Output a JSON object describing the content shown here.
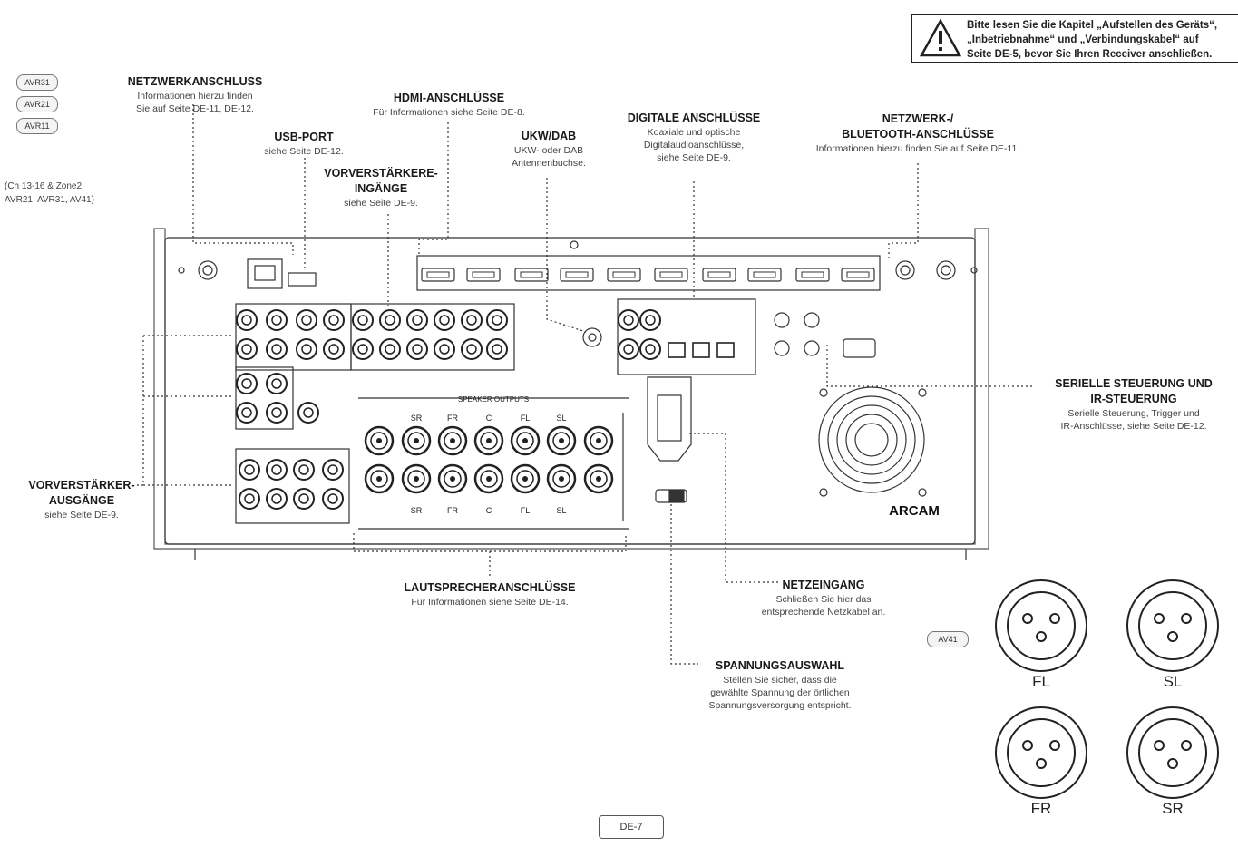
{
  "warning": {
    "lines": [
      "Bitte lesen Sie die Kapitel „Aufstellen des Geräts“,",
      "„Inbetriebnahme“ und „Verbindungskabel“ auf",
      "Seite DE-5, bevor Sie Ihren Receiver anschließen."
    ]
  },
  "model_badges": [
    "AVR31",
    "AVR21",
    "AVR11",
    "AV41"
  ],
  "zone_note": [
    "(Ch 13-16 & Zone2",
    "AVR21, AVR31, AV41)"
  ],
  "callouts": {
    "network": {
      "title": "NETZWERKANSCHLUSS",
      "lines": [
        "Informationen hierzu finden",
        "Sie auf Seite DE-11, DE-12."
      ]
    },
    "usb": {
      "title": "USB-PORT",
      "lines": [
        "siehe Seite DE-12."
      ]
    },
    "hdmi": {
      "title": "HDMI-ANSCHLÜSSE",
      "lines": [
        "Für Informationen siehe Seite DE-8."
      ]
    },
    "ukw": {
      "title": "UKW/DAB",
      "lines": [
        "UKW- oder DAB",
        "Antennenbuchse."
      ]
    },
    "digital": {
      "title": "DIGITALE ANSCHLÜSSE",
      "lines": [
        "Koaxiale und optische",
        "Digitalaudioanschlüsse,",
        "siehe Seite DE-9."
      ]
    },
    "bluetooth": {
      "title_lines": [
        "NETZWERK-/",
        "BLUETOOTH-ANSCHLÜSSE"
      ],
      "lines": [
        "Informationen hierzu finden Sie auf Seite DE-11."
      ]
    },
    "preamp_in": {
      "title_lines": [
        "VORVERSTÄRKERE-",
        "INGÄNGE"
      ],
      "lines": [
        "siehe Seite DE-9."
      ]
    },
    "serial": {
      "title_lines": [
        "SERIELLE STEUERUNG UND",
        "IR-STEUERUNG"
      ],
      "lines": [
        "Serielle Steuerung, Trigger und",
        "IR-Anschlüsse, siehe Seite DE-12."
      ]
    },
    "preamp_out": {
      "title_lines": [
        "VORVERSTÄRKER-",
        "AUSGÄNGE"
      ],
      "lines": [
        "siehe Seite DE-9."
      ]
    },
    "speakers": {
      "title": "LAUTSPRECHERANSCHLÜSSE",
      "lines": [
        "Für Informationen siehe Seite DE-14."
      ]
    },
    "power": {
      "title": "NETZEINGANG",
      "lines": [
        "Schließen Sie hier das",
        "entsprechende Netzkabel an."
      ]
    },
    "voltage": {
      "title": "SPANNUNGSAUSWAHL",
      "lines": [
        "Stellen Sie sicher, dass die",
        "gewählte Spannung der örtlichen",
        "Spannungsversorgung entspricht."
      ]
    }
  },
  "panel": {
    "speaker_outputs_label": "SPEAKER OUTPUTS",
    "speaker_top_labels": [
      "SR",
      "FR",
      "C",
      "FL",
      "SL"
    ],
    "speaker_bottom_labels": [
      "SR",
      "FR",
      "C",
      "FL",
      "SL"
    ],
    "brand": "ARCAM"
  },
  "xlr_labels": [
    "FL",
    "SL",
    "FR",
    "SR"
  ],
  "page_number": "DE-7",
  "colors": {
    "line": "#333333",
    "panel_fill": "#fbfbfb",
    "accent": "#1a1a1a"
  }
}
